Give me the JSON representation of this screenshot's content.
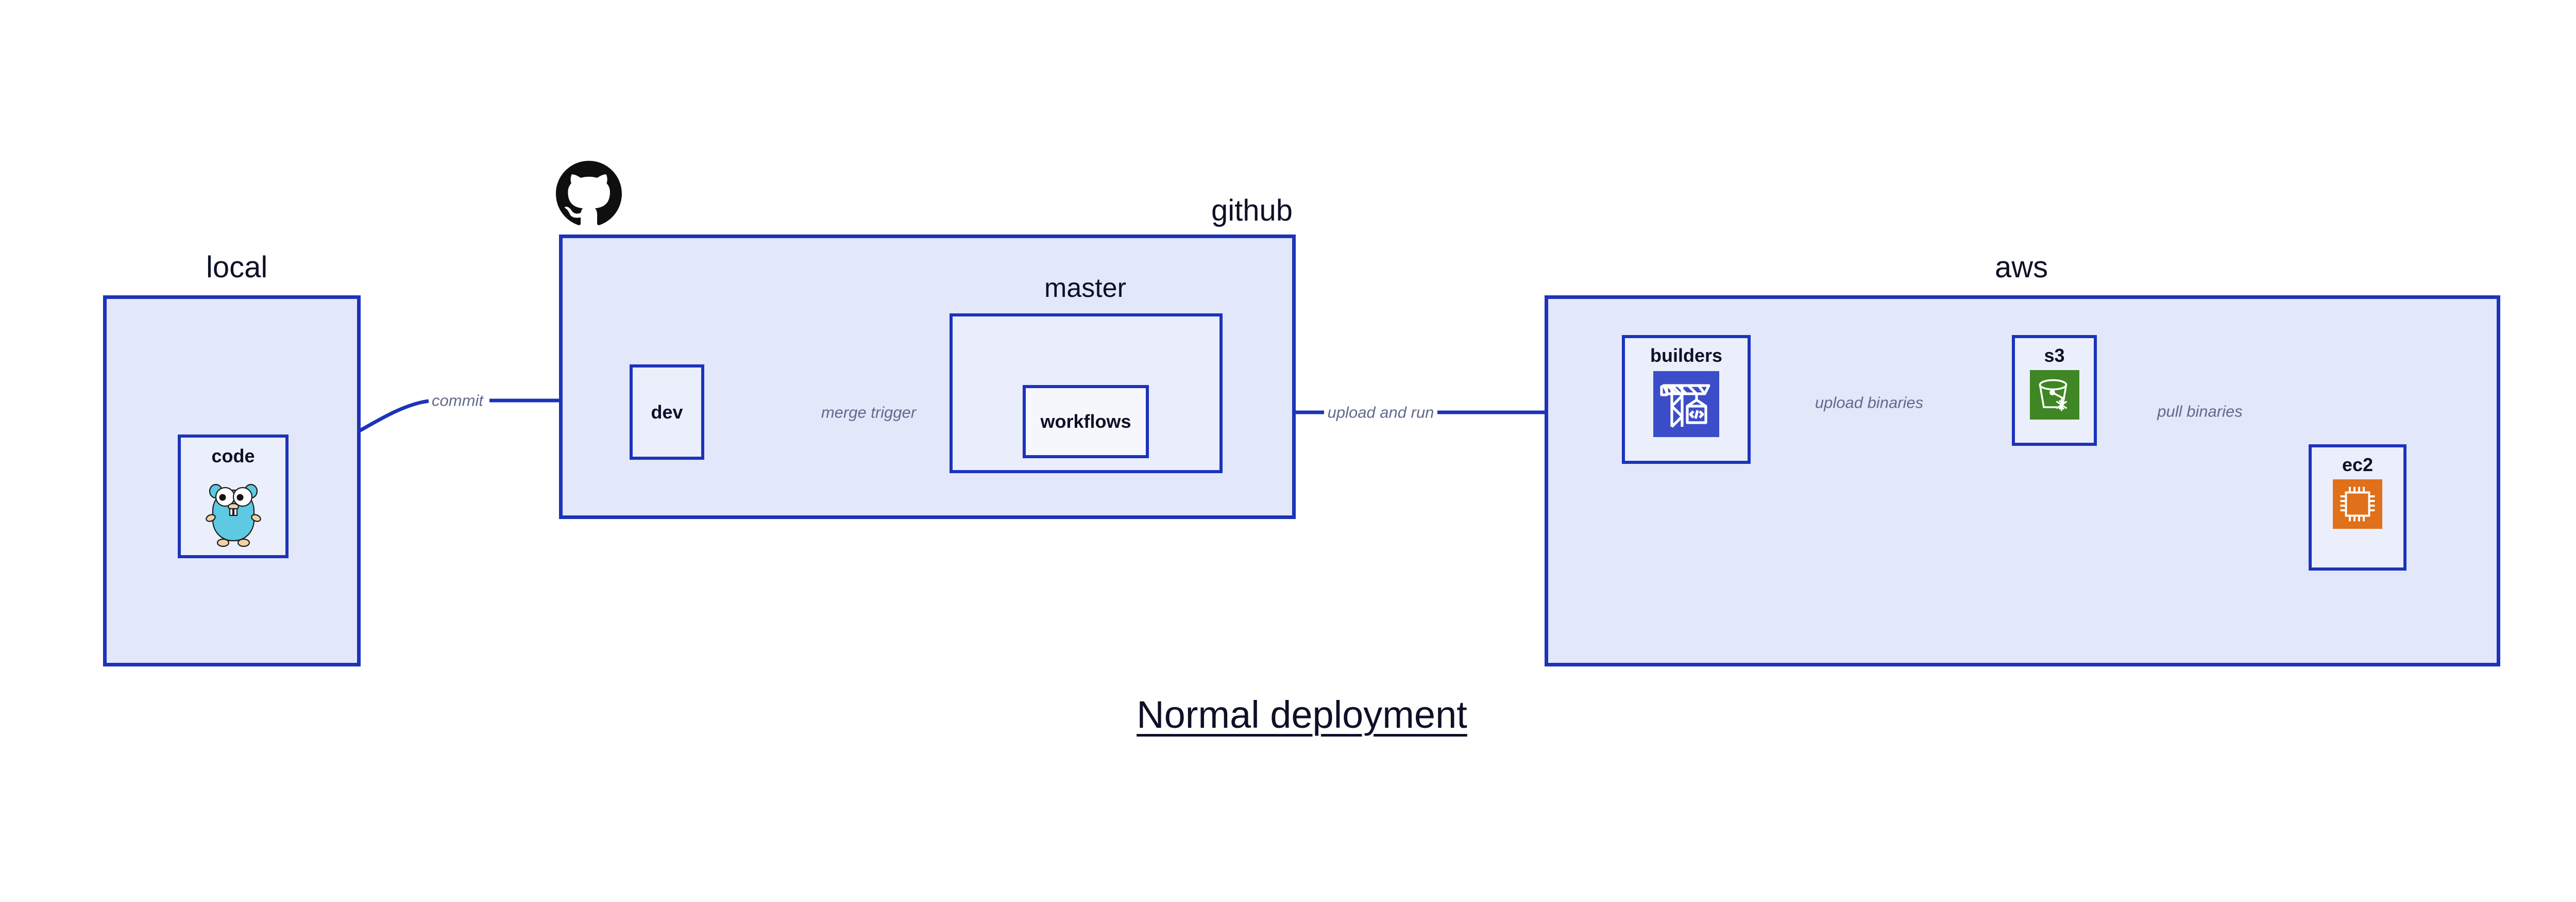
{
  "diagram": {
    "title": "Normal deployment",
    "background_color": "#ffffff",
    "accent_color": "#1c33ba",
    "group_fill": "#e2e7fa",
    "node_fill": "#ebeffc",
    "label_color": "#62698c",
    "text_color": "#0d1026"
  },
  "groups": {
    "local": {
      "label": "local",
      "nodes": {
        "code": {
          "label": "code",
          "icon": "go-gopher-icon"
        }
      }
    },
    "github": {
      "label": "github",
      "logo": "github-octocat-icon",
      "nodes": {
        "dev": {
          "label": "dev"
        }
      },
      "subgroups": {
        "master": {
          "label": "master",
          "nodes": {
            "workflows": {
              "label": "workflows"
            }
          }
        }
      }
    },
    "aws": {
      "label": "aws",
      "nodes": {
        "builders": {
          "label": "builders",
          "icon": "aws-builders-crane-icon",
          "icon_color": "#3b4dc8"
        },
        "s3": {
          "label": "s3",
          "icon": "aws-s3-bucket-icon",
          "icon_color": "#3f8624"
        },
        "ec2": {
          "label": "ec2",
          "icon": "aws-ec2-chip-icon",
          "icon_color": "#e0701a"
        }
      }
    }
  },
  "edges": [
    {
      "id": "commit",
      "label": "commit",
      "from": "code",
      "to": "dev"
    },
    {
      "id": "merge-trigger",
      "label": "merge trigger",
      "from": "dev",
      "to": "workflows"
    },
    {
      "id": "upload-and-run",
      "label": "upload and run",
      "from": "workflows",
      "to": "builders"
    },
    {
      "id": "upload-binaries",
      "label": "upload binaries",
      "from": "builders",
      "to": "s3"
    },
    {
      "id": "pull-binaries",
      "label": "pull binaries",
      "from": "s3",
      "to": "ec2"
    }
  ]
}
